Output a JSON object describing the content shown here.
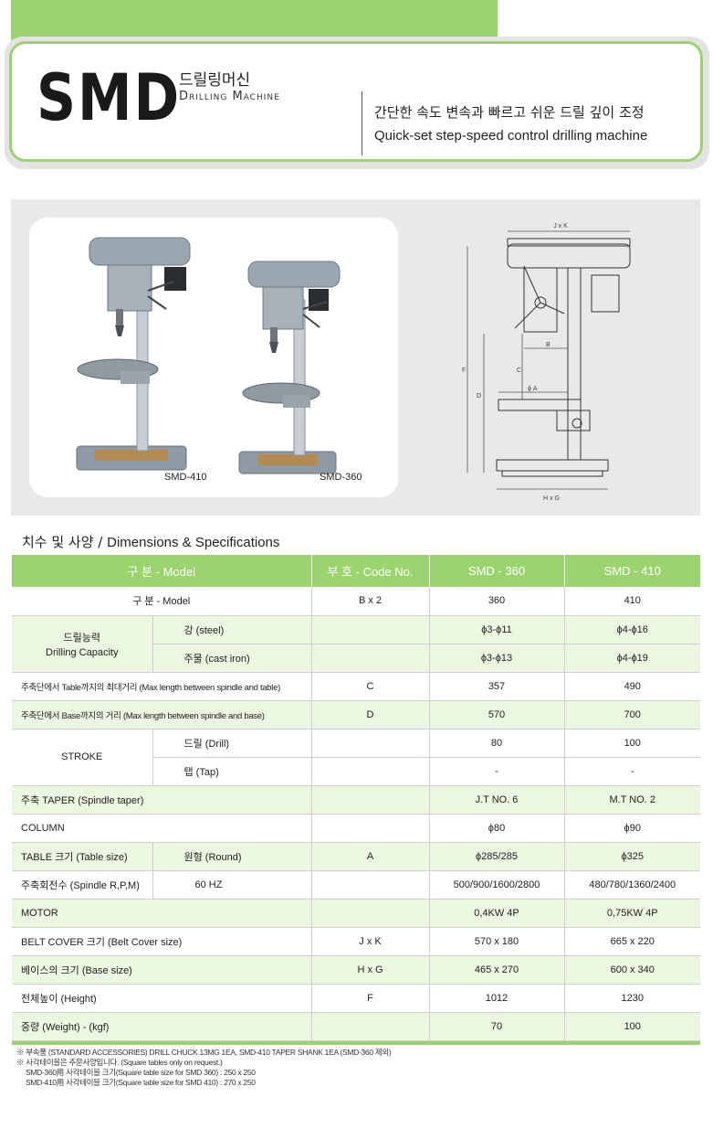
{
  "header": {
    "logo": "SMD",
    "title_kr": "드릴링머신",
    "title_en": "Drilling Machine",
    "tagline_kr": "간단한 속도 변속과 빠르고 쉬운 드릴 깊이 조정",
    "tagline_en": "Quick-set step-speed control drilling machine"
  },
  "photos": {
    "left_label": "SMD-410",
    "right_label": "SMD-360"
  },
  "diagram": {
    "jk": "J x K",
    "hg": "H x G",
    "b": "B",
    "c": "C",
    "a": "ϕ A",
    "d": "D",
    "f": "F"
  },
  "section": {
    "title_kr": "치수 및 사양 / ",
    "title_en": "Dimensions & Specifications"
  },
  "table": {
    "headers": [
      "구  분 - Model",
      "부  호 - Code No.",
      "SMD - 360",
      "SMD - 410"
    ],
    "rows": {
      "model": [
        "구  분 - Model",
        "B x 2",
        "360",
        "410"
      ],
      "cap_label_kr": "드릴능력",
      "cap_label_en": "Drilling Capacity",
      "cap_steel": [
        "강 (steel)",
        "ϕ3-ϕ11",
        "ϕ4-ϕ16"
      ],
      "cap_cast": [
        "주물 (cast iron)",
        "ϕ3-ϕ13",
        "ϕ4-ϕ19"
      ],
      "max_table": [
        "주축단에서 Table까지의 최대거리 (Max length between spindle and table)",
        "C",
        "357",
        "490"
      ],
      "max_base": [
        "주축단에서 Base까지의 거리 (Max length between spindle and base)",
        "D",
        "570",
        "700"
      ],
      "stroke_label": "STROKE",
      "stroke_drill": [
        "드릴 (Drill)",
        "80",
        "100"
      ],
      "stroke_tap": [
        "탭 (Tap)",
        "-",
        "-"
      ],
      "taper": [
        "주축 TAPER (Spindle taper)",
        "J.T NO. 6",
        "M.T NO. 2"
      ],
      "column": [
        "COLUMN",
        "ϕ80",
        "ϕ90"
      ],
      "table_size": [
        "TABLE 크기 (Table size)",
        "원형 (Round)",
        "A",
        "ϕ285/285",
        "ϕ325"
      ],
      "rpm": [
        "주축회전수 (Spindle R,P,M)",
        "60 HZ",
        "500/900/1600/2800",
        "480/780/1360/2400"
      ],
      "motor": [
        "MOTOR",
        "0,4KW 4P",
        "0,75KW 4P"
      ],
      "belt": [
        "BELT COVER 크기 (Belt Cover size)",
        "J x K",
        "570 x 180",
        "665 x 220"
      ],
      "base": [
        "베이스의 크기 (Base size)",
        "H x G",
        "465 x 270",
        "600 x 340"
      ],
      "height": [
        "전체높이 (Height)",
        "F",
        "1012",
        "1230"
      ],
      "weight": [
        "중량 (Weight) - (kgf)",
        "70",
        "100"
      ]
    }
  },
  "notes": [
    "※ 부속품 (STANDARD ACCESSORIES) DRILL CHUCK 13MG 1EA, SMD-410 TAPER SHANK 1EA (SMD-360 제외)",
    "※ 사각테이블은 주문사양입니다. (Square tables only on request.)",
    "SMD-360用 사각테이블 크기(Square table size for SMD 360) : 250 x 250",
    "SMD-410用 사각테이블 크기(Square table size for SMD 410) : 270 x 250"
  ],
  "colors": {
    "accent": "#9bd46e",
    "shade": "#ecf7e2"
  }
}
